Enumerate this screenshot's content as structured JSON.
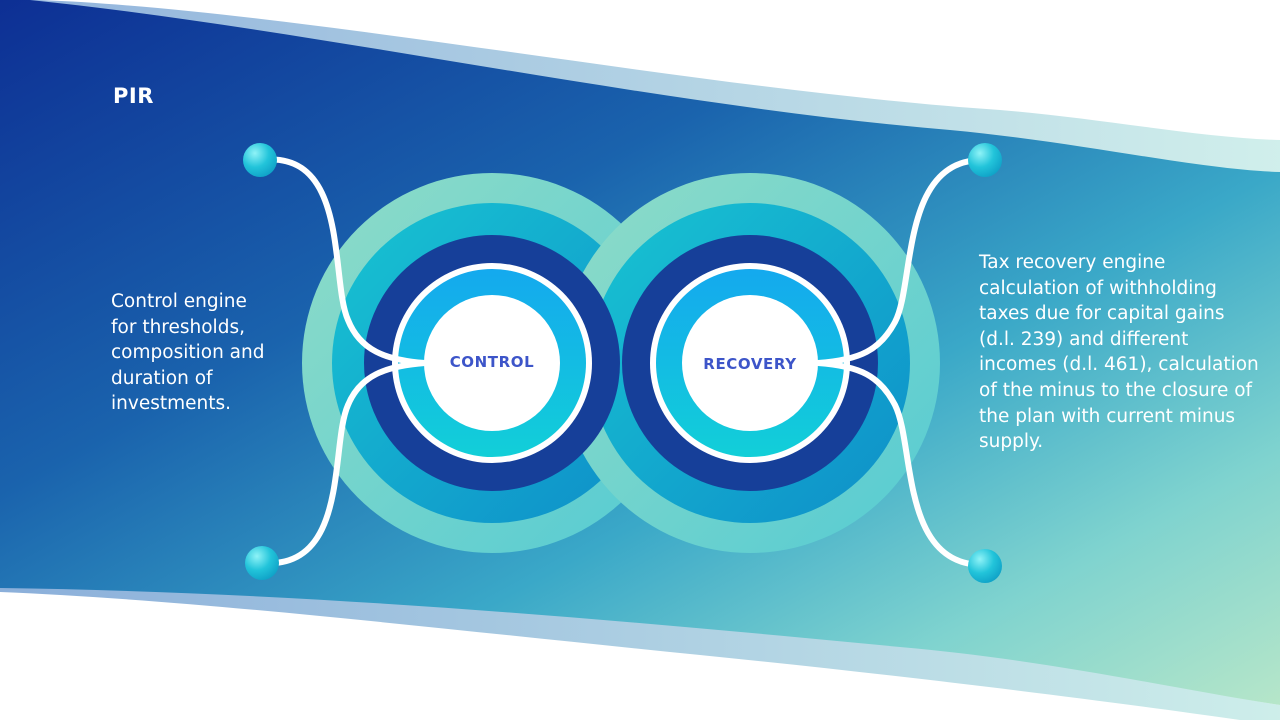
{
  "slide": {
    "title": "PIR"
  },
  "nodes": {
    "control_label": "CONTROL",
    "recovery_label": "RECOVERY"
  },
  "descriptions": {
    "control_lines": [
      "Control engine",
      "for thresholds,",
      "composition and",
      "duration of",
      "investments."
    ],
    "recovery_lines": [
      "Tax recovery engine",
      "calculation of withholding",
      "taxes due for capital gains",
      "(d.l. 239) and different",
      "incomes (d.l. 461), calculation",
      "of the minus to the closure of",
      "the plan with current minus",
      "supply."
    ]
  },
  "colors": {
    "band_start": "#0d2f94",
    "band_end": "#b6e6c9",
    "ring_outer": "#74d3c4",
    "ring_teal": "#14b7cf",
    "ring_navy": "#163f99",
    "ring_inner": "#0fb6e5",
    "label": "#3d55c9",
    "text": "#ffffff"
  }
}
